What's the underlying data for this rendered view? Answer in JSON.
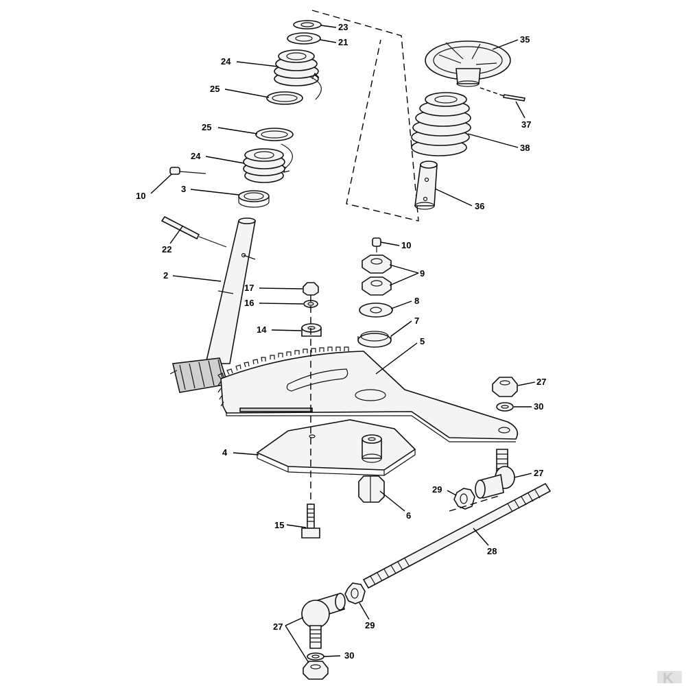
{
  "callouts": {
    "c23": "23",
    "c21": "21",
    "c24a": "24",
    "c25a": "25",
    "c25b": "25",
    "c24b": "24",
    "c10a": "10",
    "c3": "3",
    "c22": "22",
    "c2": "2",
    "c35": "35",
    "c37": "37",
    "c38": "38",
    "c36": "36",
    "c10b": "10",
    "c9": "9",
    "c8": "8",
    "c7": "7",
    "c17": "17",
    "c16": "16",
    "c14": "14",
    "c5": "5",
    "c27a": "27",
    "c30a": "30",
    "c4": "4",
    "c27b": "27",
    "c29a": "29",
    "c6": "6",
    "c15": "15",
    "c28": "28",
    "c29b": "29",
    "c27c": "27",
    "c30b": "30"
  },
  "watermark": "K"
}
